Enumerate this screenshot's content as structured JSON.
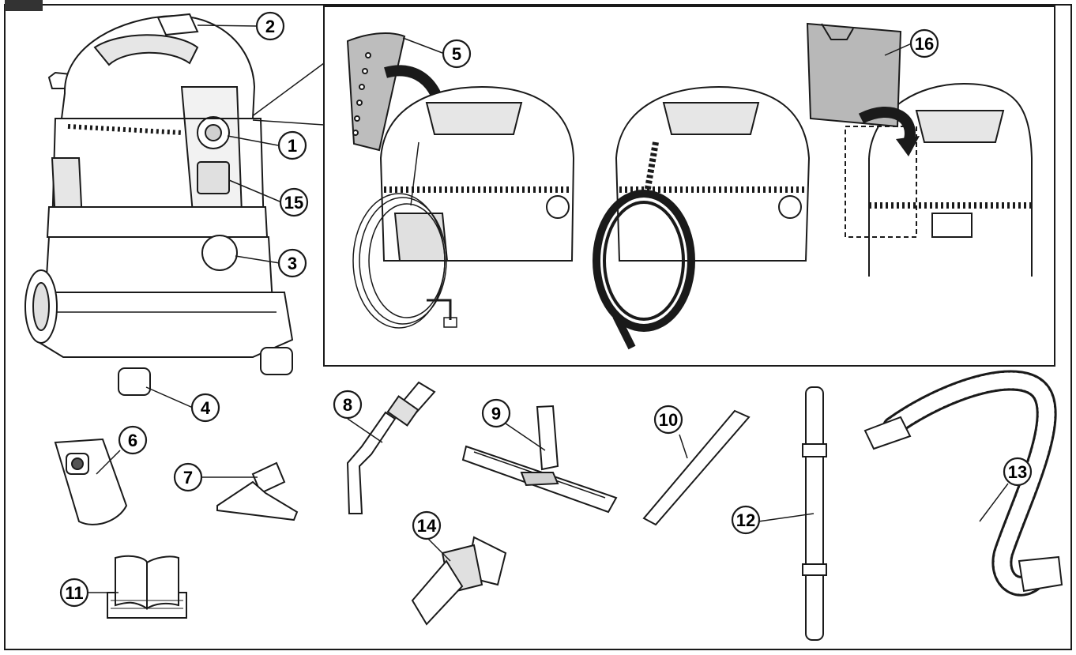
{
  "figure": {
    "frame_tab": ""
  },
  "callouts": [
    {
      "id": "c1",
      "label": "1"
    },
    {
      "id": "c2",
      "label": "2"
    },
    {
      "id": "c3",
      "label": "3"
    },
    {
      "id": "c4",
      "label": "4"
    },
    {
      "id": "c5",
      "label": "5"
    },
    {
      "id": "c6",
      "label": "6"
    },
    {
      "id": "c7",
      "label": "7"
    },
    {
      "id": "c8",
      "label": "8"
    },
    {
      "id": "c9",
      "label": "9"
    },
    {
      "id": "c10",
      "label": "10"
    },
    {
      "id": "c11",
      "label": "11"
    },
    {
      "id": "c12",
      "label": "12"
    },
    {
      "id": "c13",
      "label": "13"
    },
    {
      "id": "c14",
      "label": "14"
    },
    {
      "id": "c15",
      "label": "15"
    },
    {
      "id": "c16",
      "label": "16"
    }
  ],
  "colors": {
    "line": "#1a1a1a",
    "fill": "#ffffff",
    "shade": "#d0d0d0",
    "dark": "#3a3a3a"
  },
  "icons": [
    "vacuum-cleaner-icon",
    "cable-strap-icon",
    "cord-icon",
    "hose-coil-icon",
    "cover-icon",
    "dust-bag-icon",
    "upholstery-nozzle-icon",
    "bent-tube-icon",
    "floor-nozzle-icon",
    "crevice-nozzle-icon",
    "manual-icon",
    "extension-tube-icon",
    "flexible-hose-icon",
    "adapter-icon"
  ]
}
